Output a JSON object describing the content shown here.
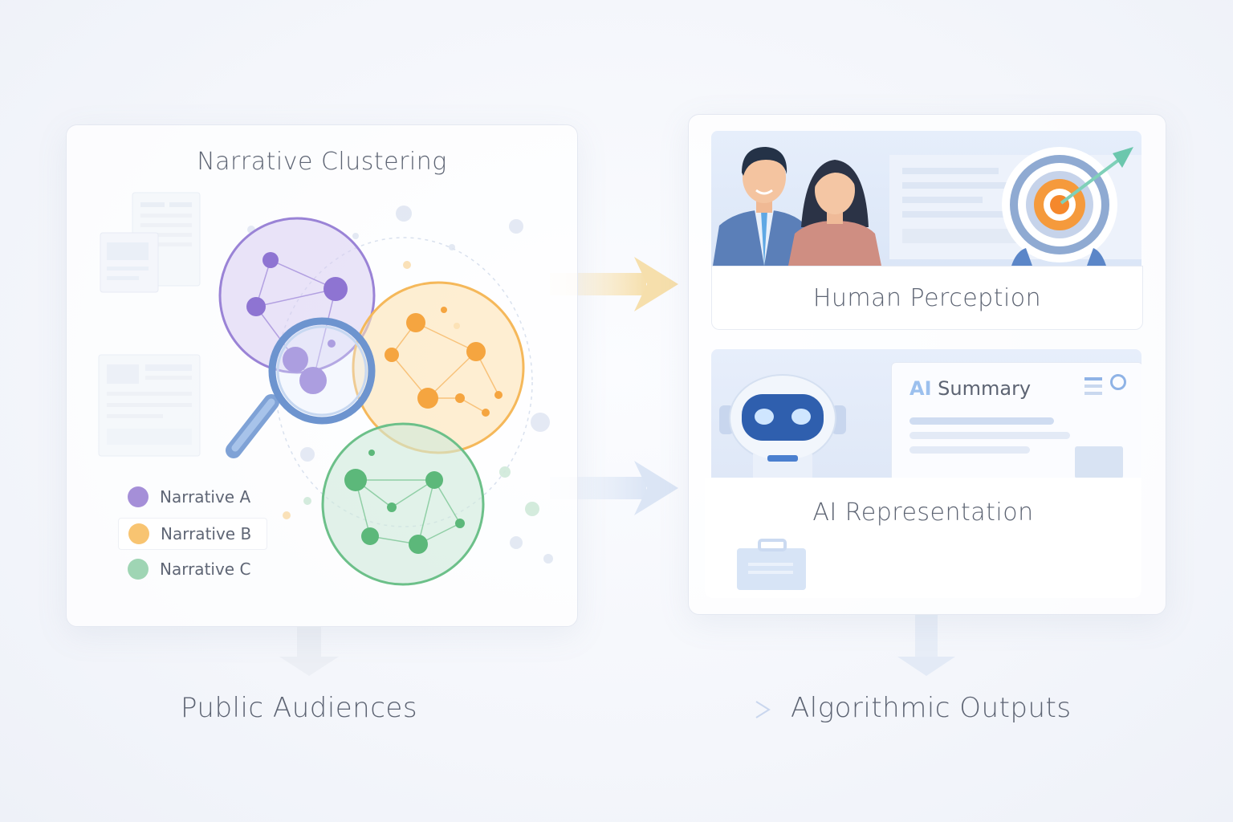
{
  "left_panel": {
    "title": "Narrative Clustering",
    "legend": [
      {
        "label": "Narrative A",
        "color": "#a58fd8"
      },
      {
        "label": "Narrative B",
        "color": "#f8c471"
      },
      {
        "label": "Narrative C",
        "color": "#9fd5b4"
      }
    ]
  },
  "right_panel": {
    "human_card": {
      "title": "Human Perception"
    },
    "ai_card": {
      "title": "AI Representation",
      "summary_ai": "AI",
      "summary_word": "Summary"
    }
  },
  "bottom": {
    "left_label": "Public Audiences",
    "right_label": "Algorithmic Outputs"
  },
  "colors": {
    "purple": "#8e74d2",
    "orange": "#f5a540",
    "green": "#5cb87a",
    "arrow": "#f3d9a3"
  }
}
